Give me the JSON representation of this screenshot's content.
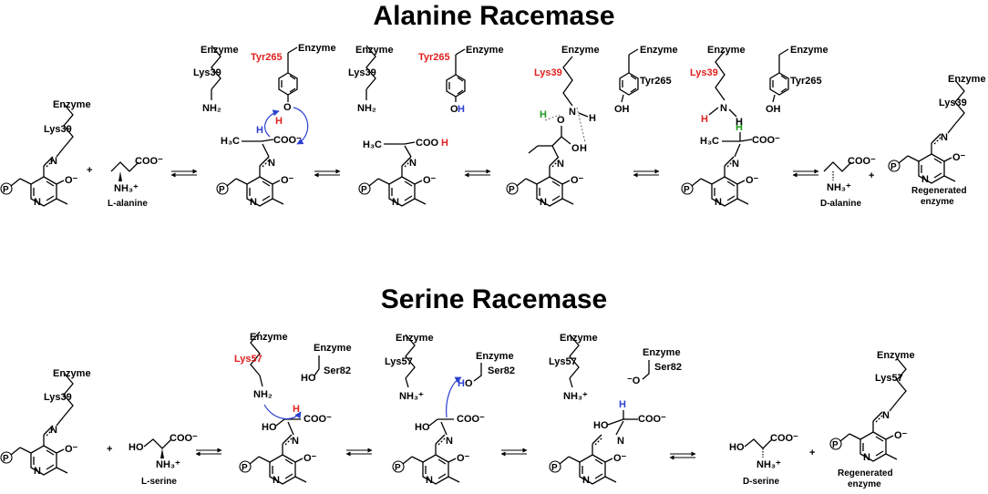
{
  "titles": {
    "alanine": "Alanine Racemase",
    "serine": "Serine Racemase"
  },
  "colors": {
    "highlight_red": "#e02020",
    "arrow_blue": "#2a3fd0",
    "proton_green": "#1a9a1a",
    "text": "#000000"
  },
  "alanine": {
    "s1": {
      "enzyme": "Enzyme",
      "lys": "Lys39",
      "n": "N",
      "o": "O⁻",
      "ring_n": "N",
      "p": "P"
    },
    "plus1": "+",
    "substrate": {
      "coo": "COO⁻",
      "nh3": "NH₃⁺",
      "name": "L-alanine"
    },
    "s2": {
      "enzyme1": "Enzyme",
      "lys": "Lys39",
      "nh2": "NH₂",
      "tyr": "Tyr265",
      "enzyme2": "Enzyme",
      "o_tyr": "O",
      "h_tyr": "H",
      "h_ca": "H",
      "h3c": "H₃C",
      "coo": "COO⁻",
      "n": "N",
      "o": "O⁻",
      "ring_n": "N",
      "p": "P"
    },
    "s3": {
      "enzyme1": "Enzyme",
      "lys": "Lys39",
      "nh2": "NH₂",
      "tyr": "Tyr265",
      "enzyme2": "Enzyme",
      "oh_o": "O",
      "oh_h": "H",
      "h3c": "H₃C",
      "cooh_c": "COO",
      "cooh_h": "H",
      "n": "N",
      "o": "O⁻",
      "ring_n": "N",
      "p": "P"
    },
    "s4": {
      "enzyme1": "Enzyme",
      "lys": "Lys39",
      "enzyme2": "Enzyme",
      "tyr": "Tyr265",
      "oh": "OH",
      "n_lys": "N",
      "h_n": "H",
      "h_green": "H",
      "o_eq": "O",
      "oh_o": "O",
      "oh_h": "H",
      "n": "N",
      "o": "O⁻",
      "ring_n": "N",
      "p": "P"
    },
    "s5": {
      "enzyme1": "Enzyme",
      "lys": "Lys39",
      "enzyme2": "Enzyme",
      "tyr": "Tyr265",
      "oh": "OH",
      "n_lys": "N",
      "h_red": "H",
      "h_n": "H",
      "h_green": "H",
      "h3c": "H₃C",
      "coo": "COO⁻",
      "n": "N",
      "o": "O⁻",
      "ring_n": "N",
      "p": "P"
    },
    "plus2": "+",
    "product": {
      "coo": "COO⁻",
      "nh3": "NH₃⁺",
      "name": "D-alanine"
    },
    "plus3": "+",
    "regen": {
      "enzyme": "Enzyme",
      "lys": "Lys39",
      "n": "N",
      "o": "O⁻",
      "ring_n": "N",
      "p": "P",
      "name1": "Regenerated",
      "name2": "enzyme"
    }
  },
  "serine": {
    "s1": {
      "enzyme": "Enzyme",
      "lys": "Lys39",
      "n": "N",
      "o": "O⁻",
      "ring_n": "N",
      "p": "P"
    },
    "plus1": "+",
    "substrate": {
      "ho": "HO",
      "coo": "COO⁻",
      "nh3": "NH₃⁺",
      "name": "L-serine"
    },
    "s2": {
      "enzyme1": "Enzyme",
      "lys": "Lys57",
      "nh2": "NH₂",
      "enzyme2": "Enzyme",
      "ho_ser": "HO",
      "ser": "Ser82",
      "h_red": "H",
      "ho": "HO",
      "coo": "COO⁻",
      "n": "N",
      "o": "O⁻",
      "ring_n": "N",
      "p": "P"
    },
    "s3": {
      "enzyme1": "Enzyme",
      "lys": "Lys57",
      "nh3": "NH₃⁺",
      "enzyme2": "Enzyme",
      "h_ser": "H",
      "o_ser": "O",
      "ser": "Ser82",
      "ho": "HO",
      "coo": "COO⁻",
      "n": "N",
      "o": "O⁻",
      "ring_n": "N",
      "p": "P"
    },
    "s4": {
      "enzyme1": "Enzyme",
      "lys": "Lys57",
      "nh3": "NH₃⁺",
      "enzyme2": "Enzyme",
      "o_ser": "⁻O",
      "ser": "Ser82",
      "h_blue": "H",
      "ho": "HO",
      "coo": "COO⁻",
      "n": "N",
      "o": "O⁻",
      "ring_n": "N",
      "p": "P"
    },
    "product": {
      "ho": "HO",
      "coo": "COO⁻",
      "nh3": "NH₃⁺",
      "name": "D-serine"
    },
    "plus2": "+",
    "regen": {
      "enzyme": "Enzyme",
      "lys": "Lys57",
      "n": "N",
      "o": "O⁻",
      "ring_n": "N",
      "p": "P",
      "name1": "Regenerated",
      "name2": "enzyme"
    }
  }
}
